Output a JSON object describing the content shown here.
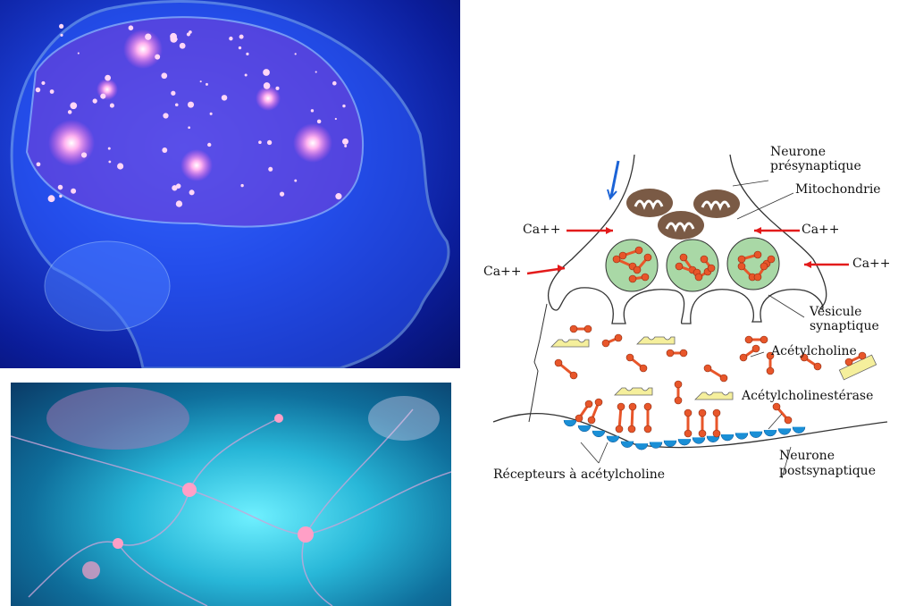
{
  "diagram": {
    "labels": {
      "presynaptic_1": "Neurone",
      "presynaptic_2": "présynaptique",
      "mitochondria": "Mitochondrie",
      "calcium": "Ca++",
      "vesicle_1": "Vésicule",
      "vesicle_2": "synaptique",
      "acetylcholine": "Acétylcholine",
      "acetylcholinesterase": "Acétylcholinestérase",
      "receptors": "Récepteurs à acétylcholine",
      "postsynaptic_1": "Neurone",
      "postsynaptic_2": "postsynaptique"
    },
    "colors": {
      "molecule": "#e8562a",
      "vesicle": "#a9d8a6",
      "mitochondria": "#7a5a45",
      "enzyme": "#f5ef9c",
      "receptor": "#1a8fd6",
      "arrow": "#e31b1b"
    }
  }
}
